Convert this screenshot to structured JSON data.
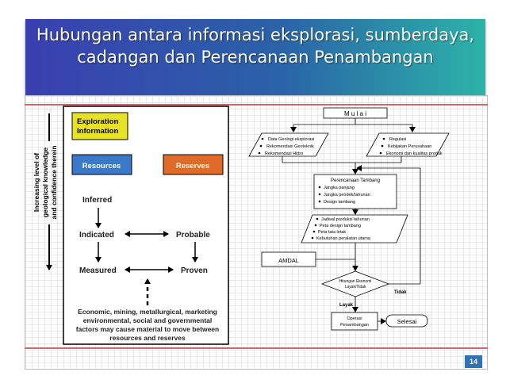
{
  "title": {
    "line1": "Hubungan antara informasi eksplorasi, sumberdaya,",
    "line2": "cadangan dan Perencanaan Penambangan"
  },
  "page_number": "14",
  "left_diagram": {
    "side_label": [
      "Increasing level of",
      "geological knowledge",
      "and confidence therein"
    ],
    "exploration": [
      "Exploration",
      "Information"
    ],
    "resources": "Resources",
    "reserves": "Reserves",
    "inferred": "Inferred",
    "indicated": "Indicated",
    "probable": "Probable",
    "measured": "Measured",
    "proven": "Proven",
    "note": [
      "Economic, mining, metallurgical, marketing",
      "environmental, social and governmental",
      "factors may cause material to move between",
      "resources and reserves"
    ],
    "colors": {
      "exploration": "#e8e226",
      "resources": "#3b78c8",
      "reserves": "#e06a28"
    }
  },
  "flowchart": {
    "start": "M u l a i",
    "left_input": [
      "Data Geologi eksplorasi",
      "Rekomendasi Geoteknik",
      "Rekomendasi Hidro"
    ],
    "right_input": [
      "Regulasi",
      "Kebijakan Perusahaan",
      "Ekonomi dan kualitas produk"
    ],
    "planning_title": "Perencanaan Tambang",
    "planning_items": [
      "Jangka panjang",
      "Jangka pendek/tahunan",
      "Design tambang"
    ],
    "outputs": [
      "Jadwal produksi tahunan",
      "Peta design tambang",
      "Peta tata letak",
      "Kebutuhan peralatan utama"
    ],
    "amdal": "AMDAL",
    "decision": [
      "Hitungan Ekonomi",
      "Layak/Tidak"
    ],
    "no_label": "Tidak",
    "yes_label": "Layak",
    "operation": [
      "Operasi",
      "Penambangan"
    ],
    "end": "Selesai"
  }
}
